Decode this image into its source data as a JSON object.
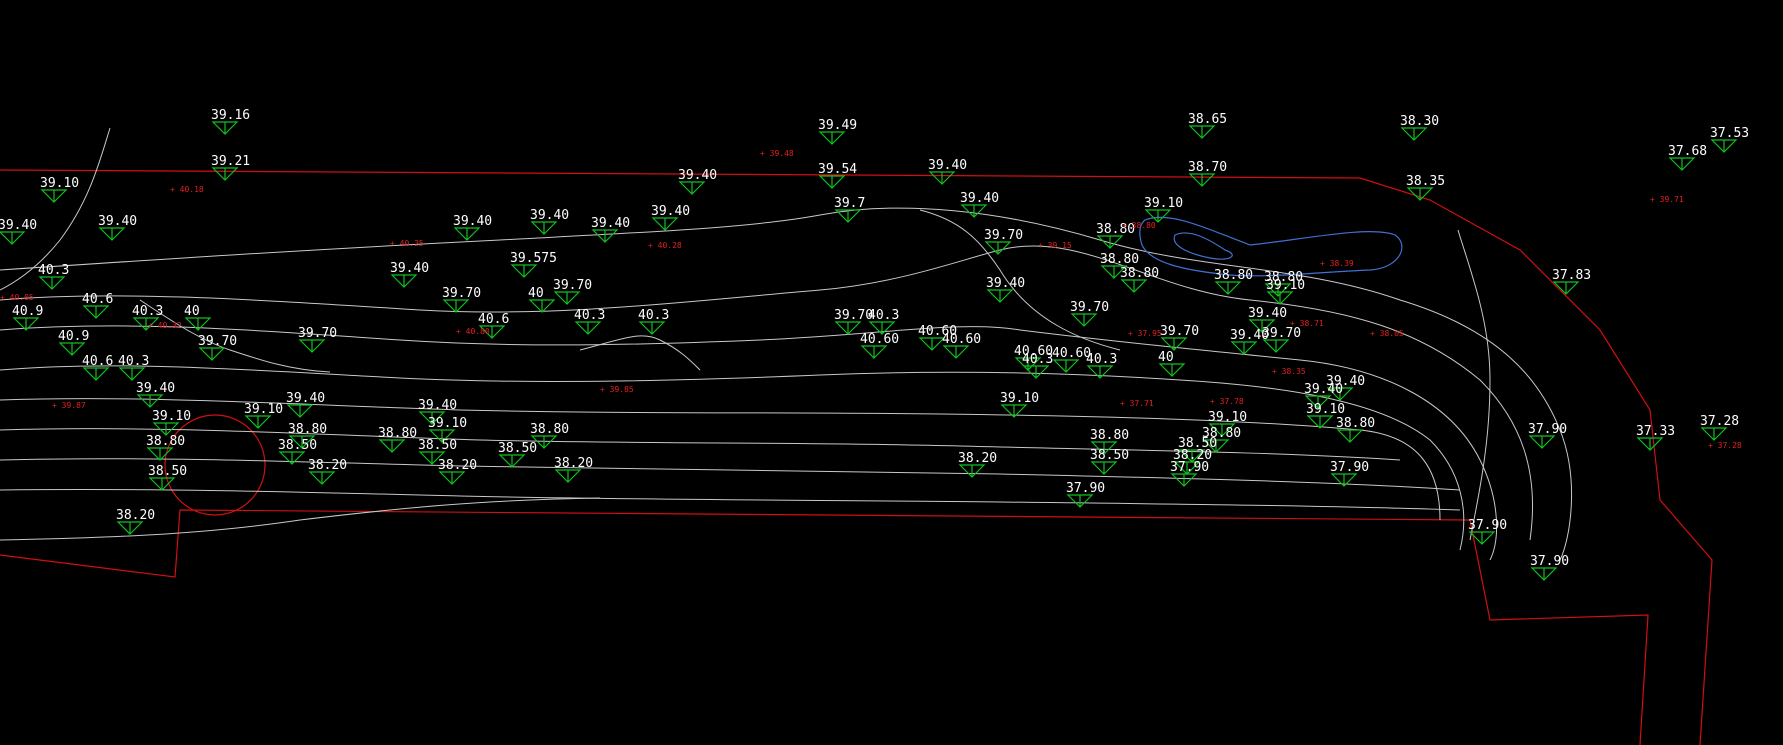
{
  "colors": {
    "background": "#000000",
    "boundary": "#d01010",
    "contour": "#c8c8c8",
    "marker": "#10c020",
    "label": "#ffffff",
    "red_text": "#e02020",
    "blue_curve": "#4070d0"
  },
  "elevation_labels": [
    "39.16",
    "39.21",
    "39.49",
    "39.54",
    "38.65",
    "38.70",
    "38.30",
    "38.35",
    "37.68",
    "37.53",
    "39.10",
    "39.40",
    "39.40",
    "39.40",
    "39.40",
    "39.40",
    "39.40",
    "39.40",
    "39.40",
    "39.40",
    "39.40",
    "39.575",
    "39.70",
    "39.70",
    "39.70",
    "39.7",
    "40",
    "40.3",
    "40.9",
    "40.6",
    "40.9",
    "40.6",
    "40.3",
    "40.3",
    "40.6",
    "40.3",
    "40.3",
    "40",
    "39.70",
    "39.40",
    "39.10",
    "38.80",
    "38.50",
    "38.20",
    "39.70",
    "39.40",
    "39.10",
    "38.80",
    "38.50",
    "38.20",
    "38.80",
    "38.50",
    "38.20",
    "39.40",
    "39.10",
    "38.80",
    "38.50",
    "38.20",
    "39.10",
    "38.80",
    "38.50",
    "38.20",
    "37.90",
    "37.90",
    "37.90",
    "37.90",
    "37.90",
    "37.90",
    "37.83",
    "37.33",
    "37.28",
    "40.60",
    "40.60",
    "40.60",
    "40.3",
    "40.60",
    "40.3",
    "40.60",
    "40.3",
    "40",
    "39.70",
    "39.40",
    "39.10",
    "38.80",
    "38.50",
    "38.20",
    "38.80",
    "38.80",
    "38.80",
    "38.80",
    "38.80",
    "39.10",
    "39.10",
    "39.40",
    "39.40",
    "39.70",
    "39.70",
    "39.70",
    "39.40",
    "39.40",
    "39.10",
    "38.80"
  ],
  "red_labels": [
    "39.48",
    "40.18",
    "40.25",
    "40.28",
    "40.80",
    "40.32",
    "40.05",
    "39.87",
    "39.85",
    "39.71",
    "39.15",
    "38.80",
    "38.71",
    "38.35",
    "38.39",
    "38.05",
    "37.95",
    "37.78",
    "37.71",
    "37.28"
  ]
}
